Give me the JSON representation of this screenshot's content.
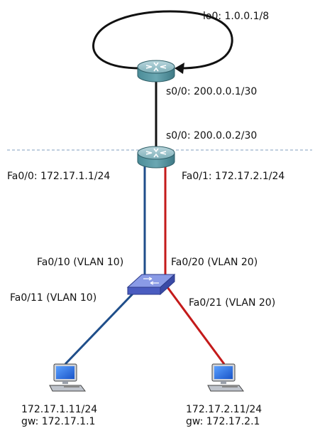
{
  "routers": {
    "r1": {
      "loopback_label": "lo0: 1.0.0.1/8",
      "serial_label": "s0/0: 200.0.0.1/30"
    },
    "r2": {
      "serial_label": "s0/0: 200.0.0.2/30",
      "fa00_label": "Fa0/0: 172.17.1.1/24",
      "fa01_label": "Fa0/1: 172.17.2.1/24"
    }
  },
  "switch": {
    "fa010_label": "Fa0/10 (VLAN 10)",
    "fa020_label": "Fa0/20 (VLAN 20)",
    "fa011_label": "Fa0/11 (VLAN 10)",
    "fa021_label": "Fa0/21 (VLAN 20)"
  },
  "hosts": [
    {
      "ip": "172.17.1.11/24",
      "gw": "gw: 172.17.1.1"
    },
    {
      "ip": "172.17.2.11/24",
      "gw": "gw: 172.17.2.1"
    }
  ],
  "colors": {
    "vlan10_link": "#1f4e8a",
    "vlan20_link": "#c41a1a",
    "serial_link": "#111111",
    "boundary_line": "#7f9fbf",
    "router": "#5f9ea0",
    "switch": "#5b6fcf"
  }
}
